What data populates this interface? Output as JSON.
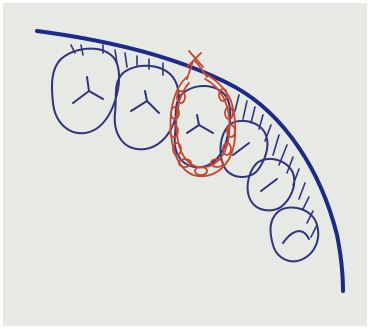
{
  "diagram": {
    "colors": {
      "paper": "#e7e9e4",
      "frame": "#ffffff",
      "arch": "#1c2a8a",
      "tooth": "#2e3580",
      "ligature": "#c8462e"
    },
    "elements": {
      "arch_line": "curved-arch-line",
      "teeth_count": 6,
      "ligated_tooth_index": 3,
      "ligature_knot": "twisted-knot"
    }
  }
}
